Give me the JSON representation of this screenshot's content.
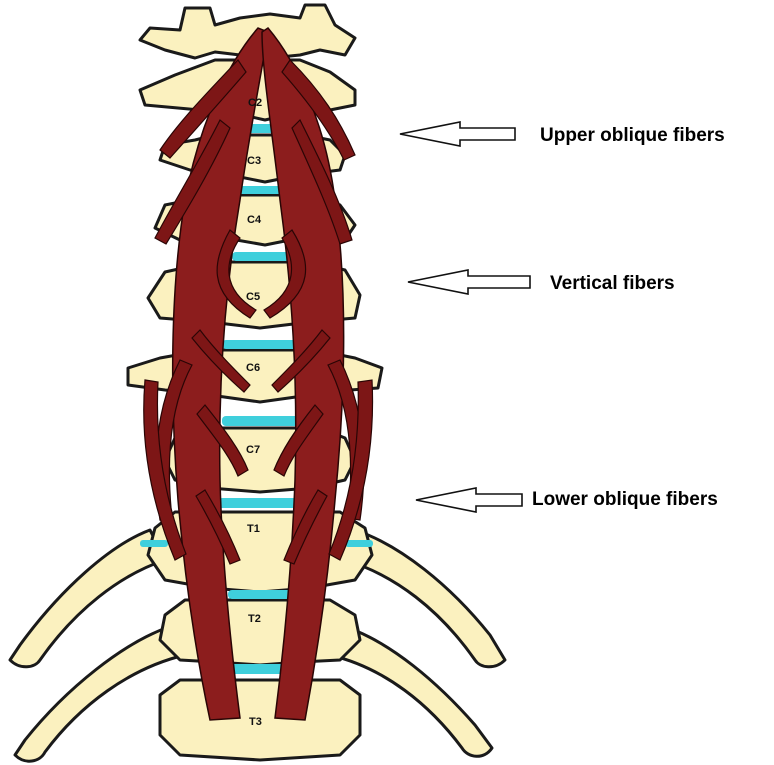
{
  "vertebrae": [
    "C2",
    "C3",
    "C4",
    "C5",
    "C6",
    "C7",
    "T1",
    "T2",
    "T3"
  ],
  "fiber_labels": {
    "upper_oblique": "Upper oblique fibers",
    "vertical": "Vertical fibers",
    "lower_oblique": "Lower oblique fibers"
  },
  "colors": {
    "bone": "#fbf1bf",
    "disc": "#3fcfdc",
    "muscle": "#8c1d1d",
    "outline": "#1a1a1a"
  }
}
